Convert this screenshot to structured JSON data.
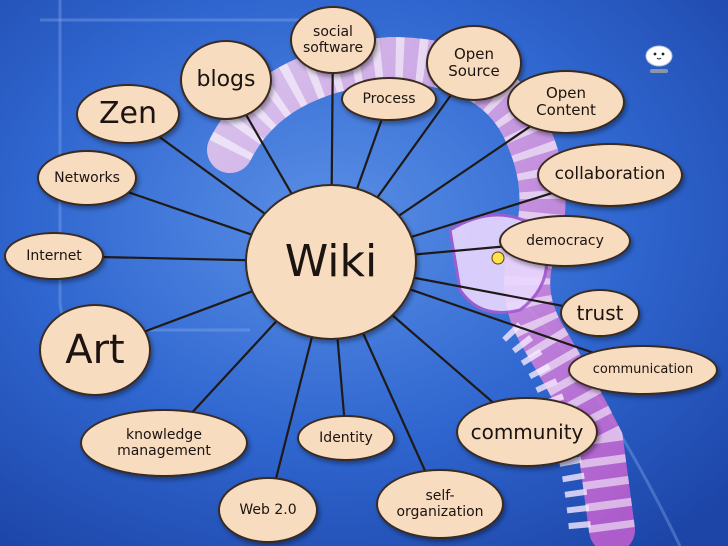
{
  "colors": {
    "node_fill": "#f7dcc0",
    "node_border": "#3a2a20",
    "connector": "#1f1a18",
    "background": "#2a62c9",
    "decor_pink": "#e58be0",
    "decor_white": "#f4eefc"
  },
  "center": {
    "label": "Wiki"
  },
  "nodes": [
    {
      "id": "social-software",
      "label": "social software"
    },
    {
      "id": "blogs",
      "label": "blogs"
    },
    {
      "id": "open-source",
      "label": "Open Source"
    },
    {
      "id": "process",
      "label": "Process"
    },
    {
      "id": "zen",
      "label": "Zen"
    },
    {
      "id": "open-content",
      "label": "Open Content"
    },
    {
      "id": "networks",
      "label": "Networks"
    },
    {
      "id": "collaboration",
      "label": "collaboration"
    },
    {
      "id": "democracy",
      "label": "democracy"
    },
    {
      "id": "internet",
      "label": "Internet"
    },
    {
      "id": "trust",
      "label": "trust"
    },
    {
      "id": "art",
      "label": "Art"
    },
    {
      "id": "communication",
      "label": "communication"
    },
    {
      "id": "knowledge-management",
      "label": "knowledge management"
    },
    {
      "id": "identity",
      "label": "Identity"
    },
    {
      "id": "community",
      "label": "community"
    },
    {
      "id": "self-organization",
      "label": "self- organization"
    },
    {
      "id": "web-2-0",
      "label": "Web 2.0"
    }
  ],
  "icons": [
    "ghost-icon"
  ]
}
